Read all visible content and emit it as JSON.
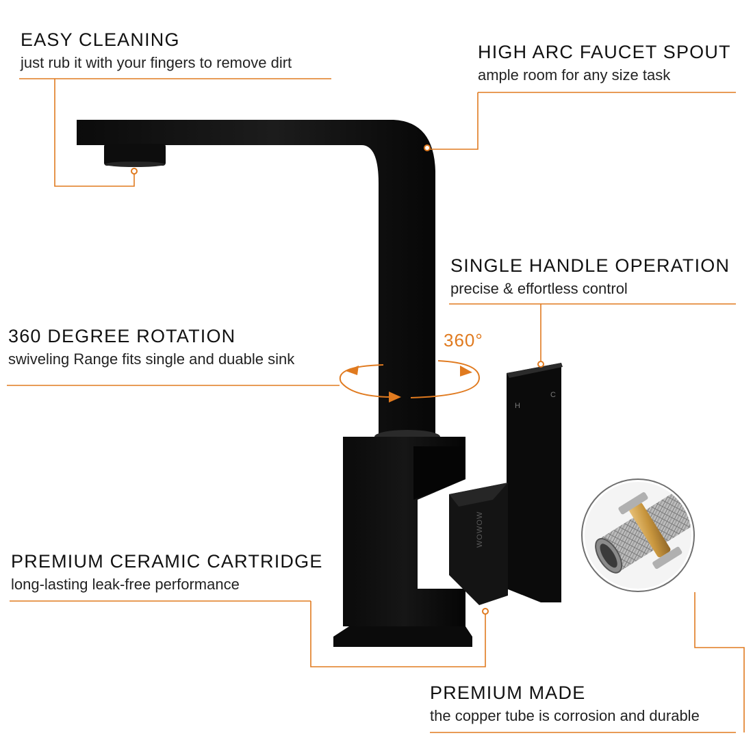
{
  "accent_color": "#e07a1f",
  "callouts": {
    "easy_cleaning": {
      "title": "EASY CLEANING",
      "subtitle": "just rub it with your fingers to remove dirt"
    },
    "high_arc": {
      "title": "HIGH ARC FAUCET SPOUT",
      "subtitle": "ample room for any size task"
    },
    "single_handle": {
      "title": "SINGLE HANDLE OPERATION",
      "subtitle": "precise & effortless control"
    },
    "rotation": {
      "title": "360 DEGREE ROTATION",
      "subtitle": "swiveling Range fits single and duable sink"
    },
    "ceramic": {
      "title": "PREMIUM CERAMIC CARTRIDGE",
      "subtitle": "long-lasting leak-free performance"
    },
    "premium_made": {
      "title": "PREMIUM MADE",
      "subtitle": "the copper tube is corrosion and durable"
    }
  },
  "rotation_degree_label": "360°",
  "handle_markings": {
    "hot": "H",
    "cold": "C"
  },
  "brand_text": "WOWOW"
}
